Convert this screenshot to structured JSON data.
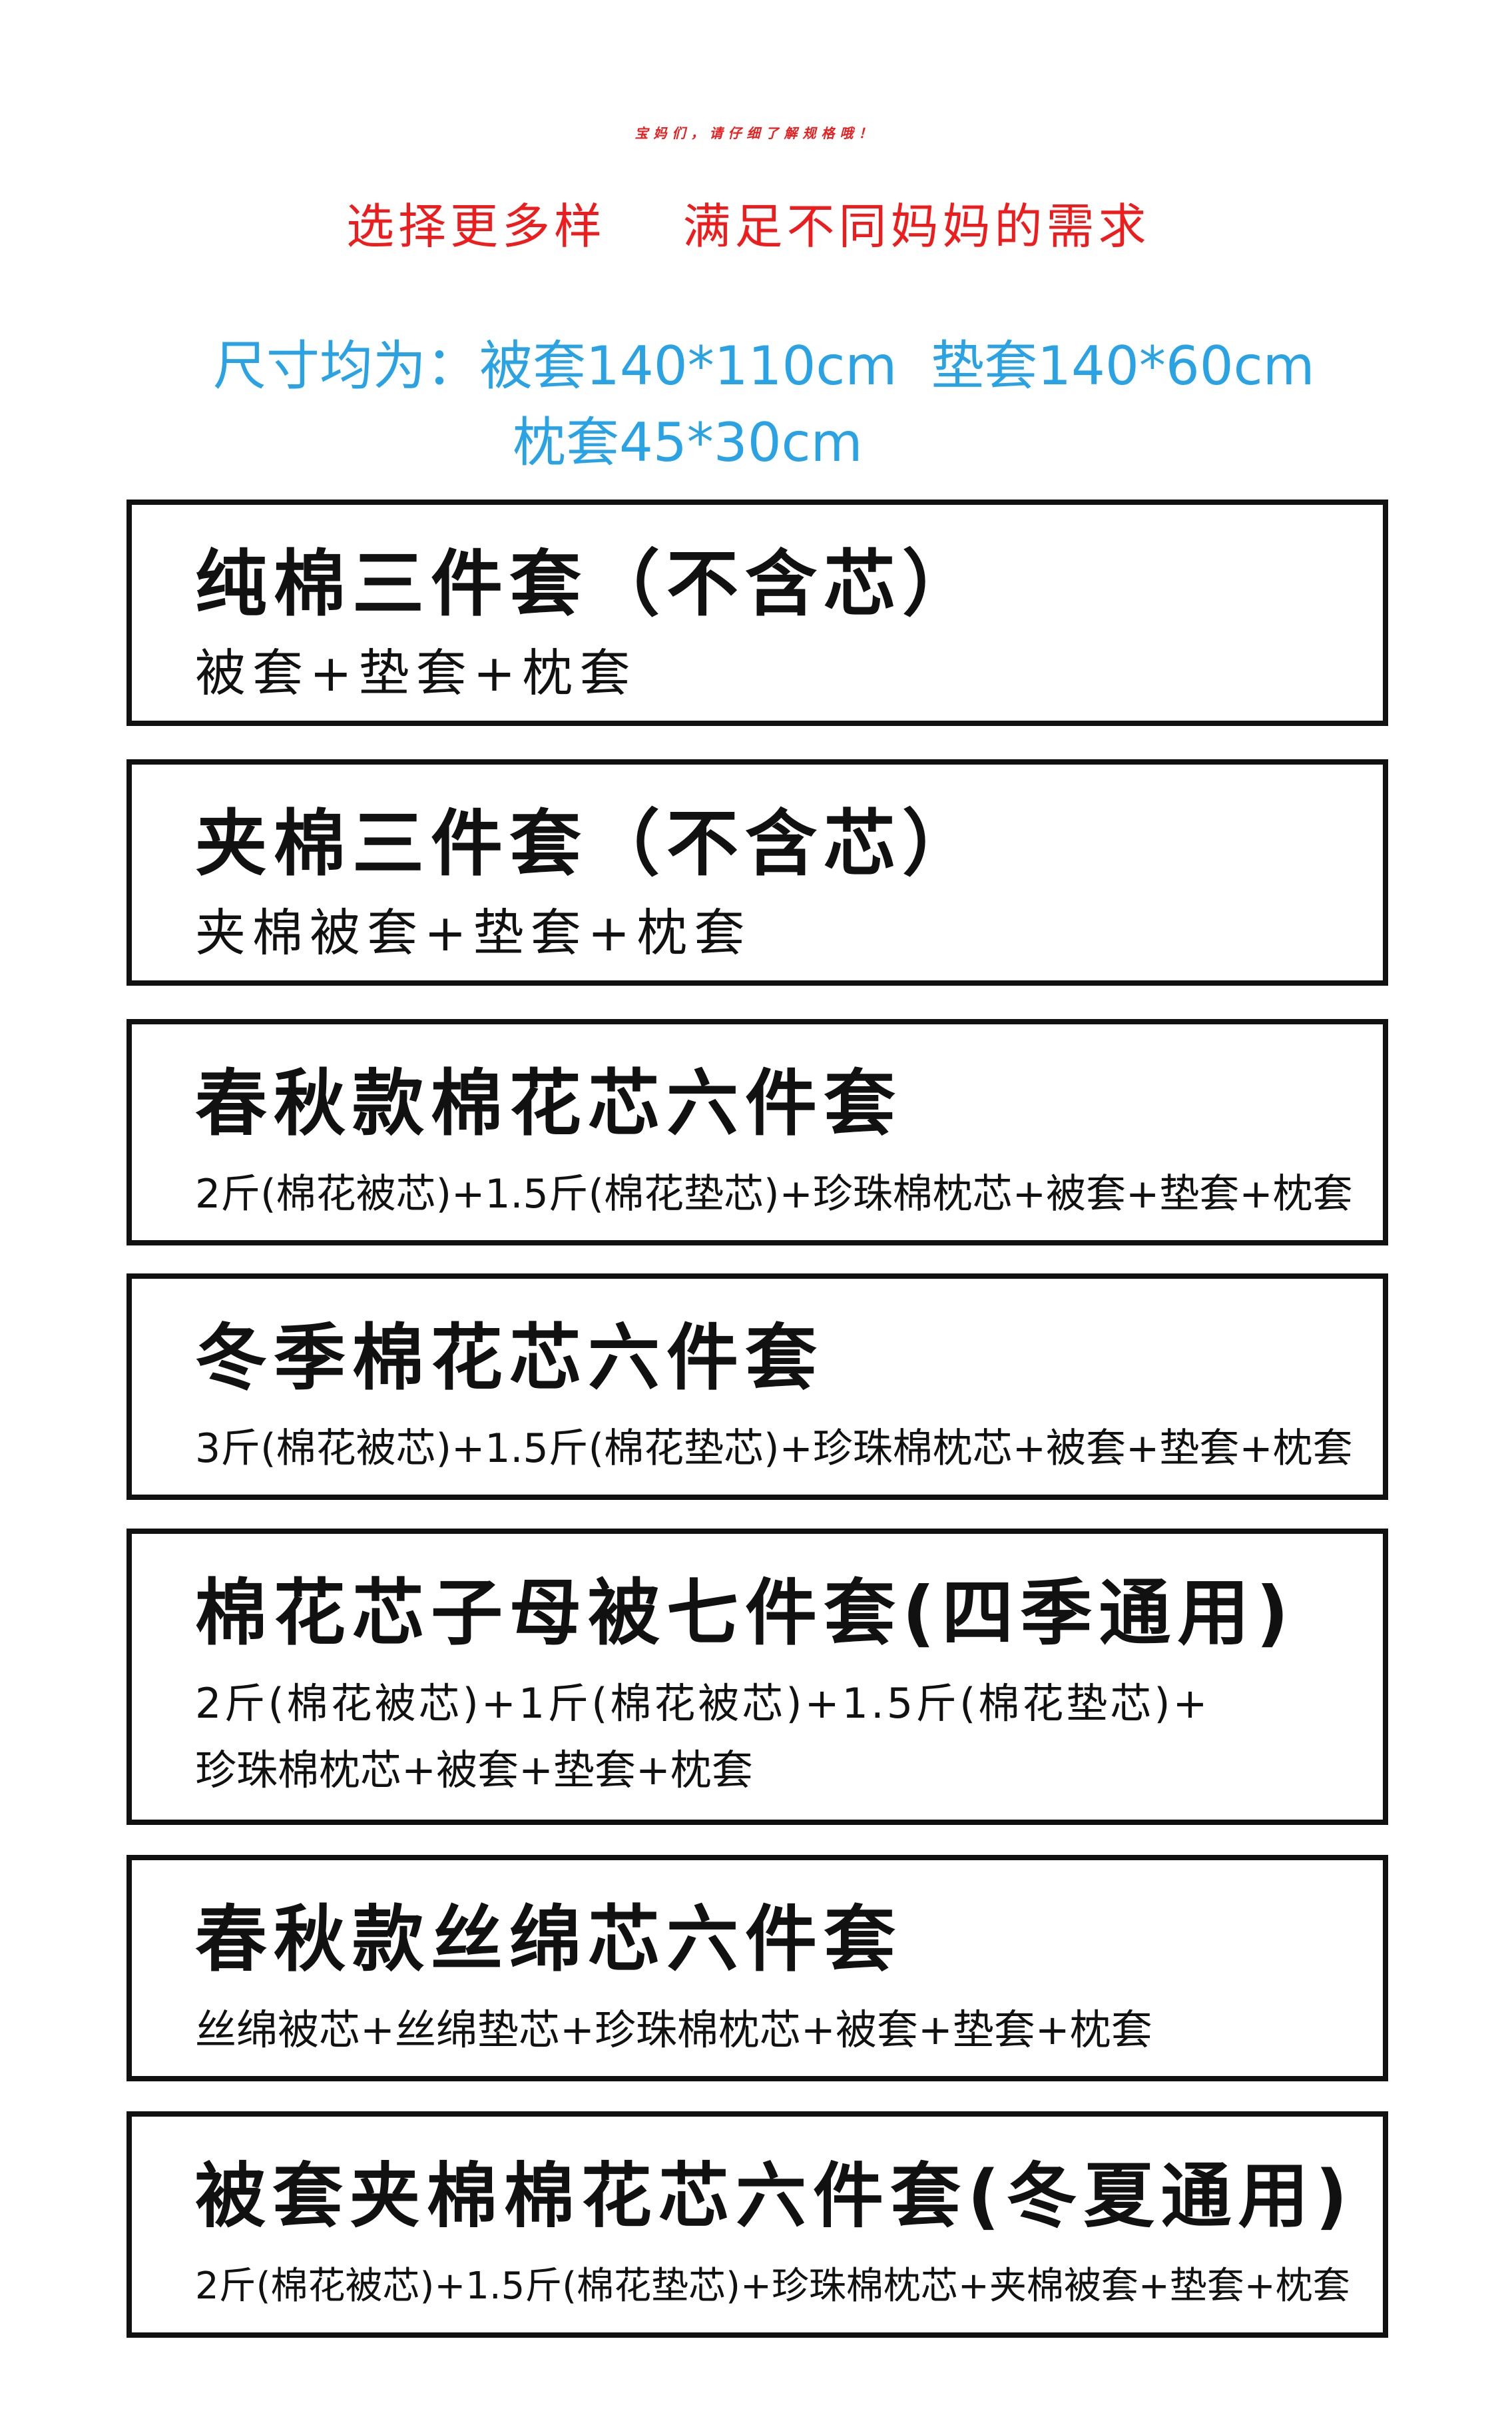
{
  "header": {
    "title": "宝妈们，请仔细了解规格哦！",
    "subtitle": "选择更多样    满足不同妈妈的需求"
  },
  "sizes": {
    "line1": "尺寸均为：被套140*110cm  垫套140*60cm",
    "line2": "枕套45*30cm"
  },
  "colors": {
    "title_red": "#ee1c1c",
    "size_blue": "#29a3e3",
    "box_border": "#111111"
  },
  "products": [
    {
      "title": "纯棉三件套（不含芯）",
      "desc": [
        "被套+垫套+枕套"
      ]
    },
    {
      "title": "夹棉三件套（不含芯）",
      "desc": [
        "夹棉被套+垫套+枕套"
      ]
    },
    {
      "title": "春秋款棉花芯六件套",
      "desc": [
        "2斤(棉花被芯)+1.5斤(棉花垫芯)+珍珠棉枕芯+被套+垫套+枕套"
      ]
    },
    {
      "title": "冬季棉花芯六件套",
      "desc": [
        "3斤(棉花被芯)+1.5斤(棉花垫芯)+珍珠棉枕芯+被套+垫套+枕套"
      ]
    },
    {
      "title": "棉花芯子母被七件套(四季通用)",
      "desc": [
        "2斤(棉花被芯)+1斤(棉花被芯)+1.5斤(棉花垫芯)+",
        "珍珠棉枕芯+被套+垫套+枕套"
      ]
    },
    {
      "title": "春秋款丝绵芯六件套",
      "desc": [
        "丝绵被芯+丝绵垫芯+珍珠棉枕芯+被套+垫套+枕套"
      ]
    },
    {
      "title": "被套夹棉棉花芯六件套(冬夏通用)",
      "desc": [
        "2斤(棉花被芯)+1.5斤(棉花垫芯)+珍珠棉枕芯+夹棉被套+垫套+枕套"
      ]
    }
  ]
}
